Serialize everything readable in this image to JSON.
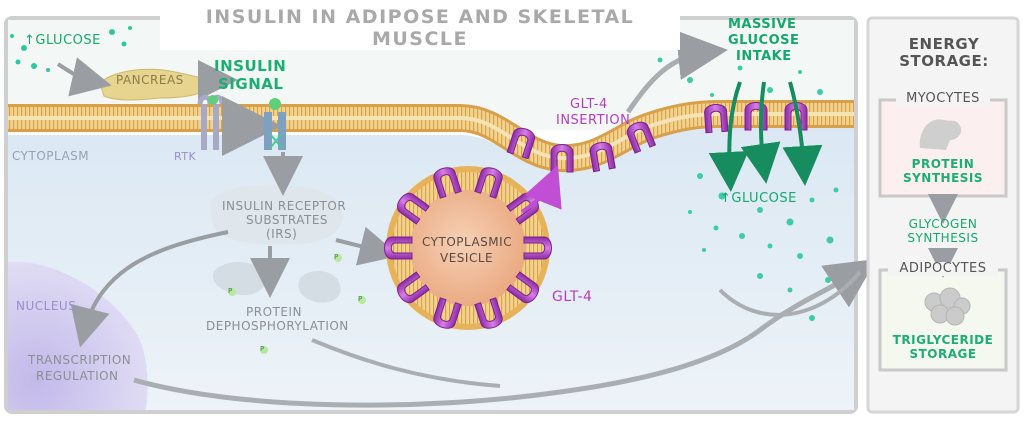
{
  "title": "INSULIN IN ADIPOSE AND SKELETAL MUSCLE",
  "labels": {
    "glucose_up": "↑GLUCOSE",
    "pancreas": "PANCREAS",
    "insulin_signal_1": "INSULIN",
    "insulin_signal_2": "SIGNAL",
    "cytoplasm": "CYTOPLASM",
    "rtk": "RTK",
    "irs_1": "INSULIN RECEPTOR",
    "irs_2": "SUBSTRATES",
    "irs_3": "(IRS)",
    "protein_1": "PROTEIN",
    "protein_2": "DEPHOSPHORYLATION",
    "nucleus": "NUCLEUS",
    "transcription_1": "TRANSCRIPTION",
    "transcription_2": "REGULATION",
    "vesicle_1": "CYTOPLASMIC",
    "vesicle_2": "VESICLE",
    "glt4": "GLT-4",
    "glt4_insertion_1": "GLT-4",
    "glt4_insertion_2": "INSERTION",
    "massive_1": "MASSIVE",
    "massive_2": "GLUCOSE",
    "massive_3": "INTAKE",
    "glucose_down": "↑GLUCOSE",
    "phospho": "P"
  },
  "energy_storage": {
    "title_1": "ENERGY",
    "title_2": "STORAGE:",
    "myocytes": "MYOCYTES",
    "protein_synthesis_1": "PROTEIN",
    "protein_synthesis_2": "SYNTHESIS",
    "glycogen_1": "GLYCOGEN",
    "glycogen_2": "SYNTHESIS",
    "adipocytes": "ADIPOCYTES",
    "triglyceride_1": "TRIGLYCERIDE",
    "triglyceride_2": "STORAGE"
  },
  "colors": {
    "glucose": "#1fc29a",
    "glt4": "#b648c9",
    "membrane": "#e6b25a",
    "pancreas": "#e7d48e",
    "nucleus": "#c8c3ea",
    "insulin": "#5fcf7a"
  }
}
